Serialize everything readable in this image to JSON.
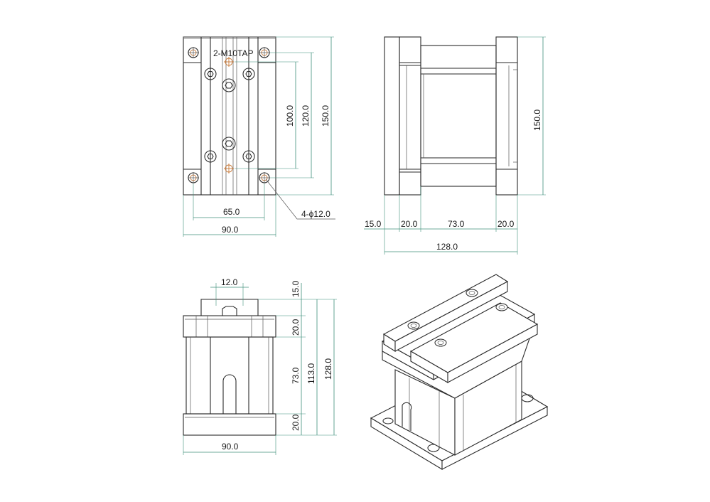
{
  "views": {
    "top": {
      "note_tap": "2-M10TAP",
      "dims": {
        "d100": "100.0",
        "d120": "120.0",
        "d150": "150.0",
        "d65": "65.0",
        "d90": "90.0",
        "holes": "4-ϕ12.0"
      }
    },
    "side": {
      "dims": {
        "h150": "150.0",
        "w15": "15.0",
        "w20a": "20.0",
        "w73": "73.0",
        "w20b": "20.0",
        "w128": "128.0"
      }
    },
    "front": {
      "dims": {
        "w12": "12.0",
        "h15": "15.0",
        "h20a": "20.0",
        "h73": "73.0",
        "h113": "113.0",
        "h128": "128.0",
        "h20b": "20.0",
        "w90": "90.0"
      }
    },
    "iso": {
      "icons": [
        "hex-socket-bolt-icon",
        "mounting-hole-icon"
      ]
    }
  },
  "colors": {
    "outline": "#2a2a2a",
    "dimension": "#3f8f7a",
    "tap_hole": "#c87a3a"
  }
}
